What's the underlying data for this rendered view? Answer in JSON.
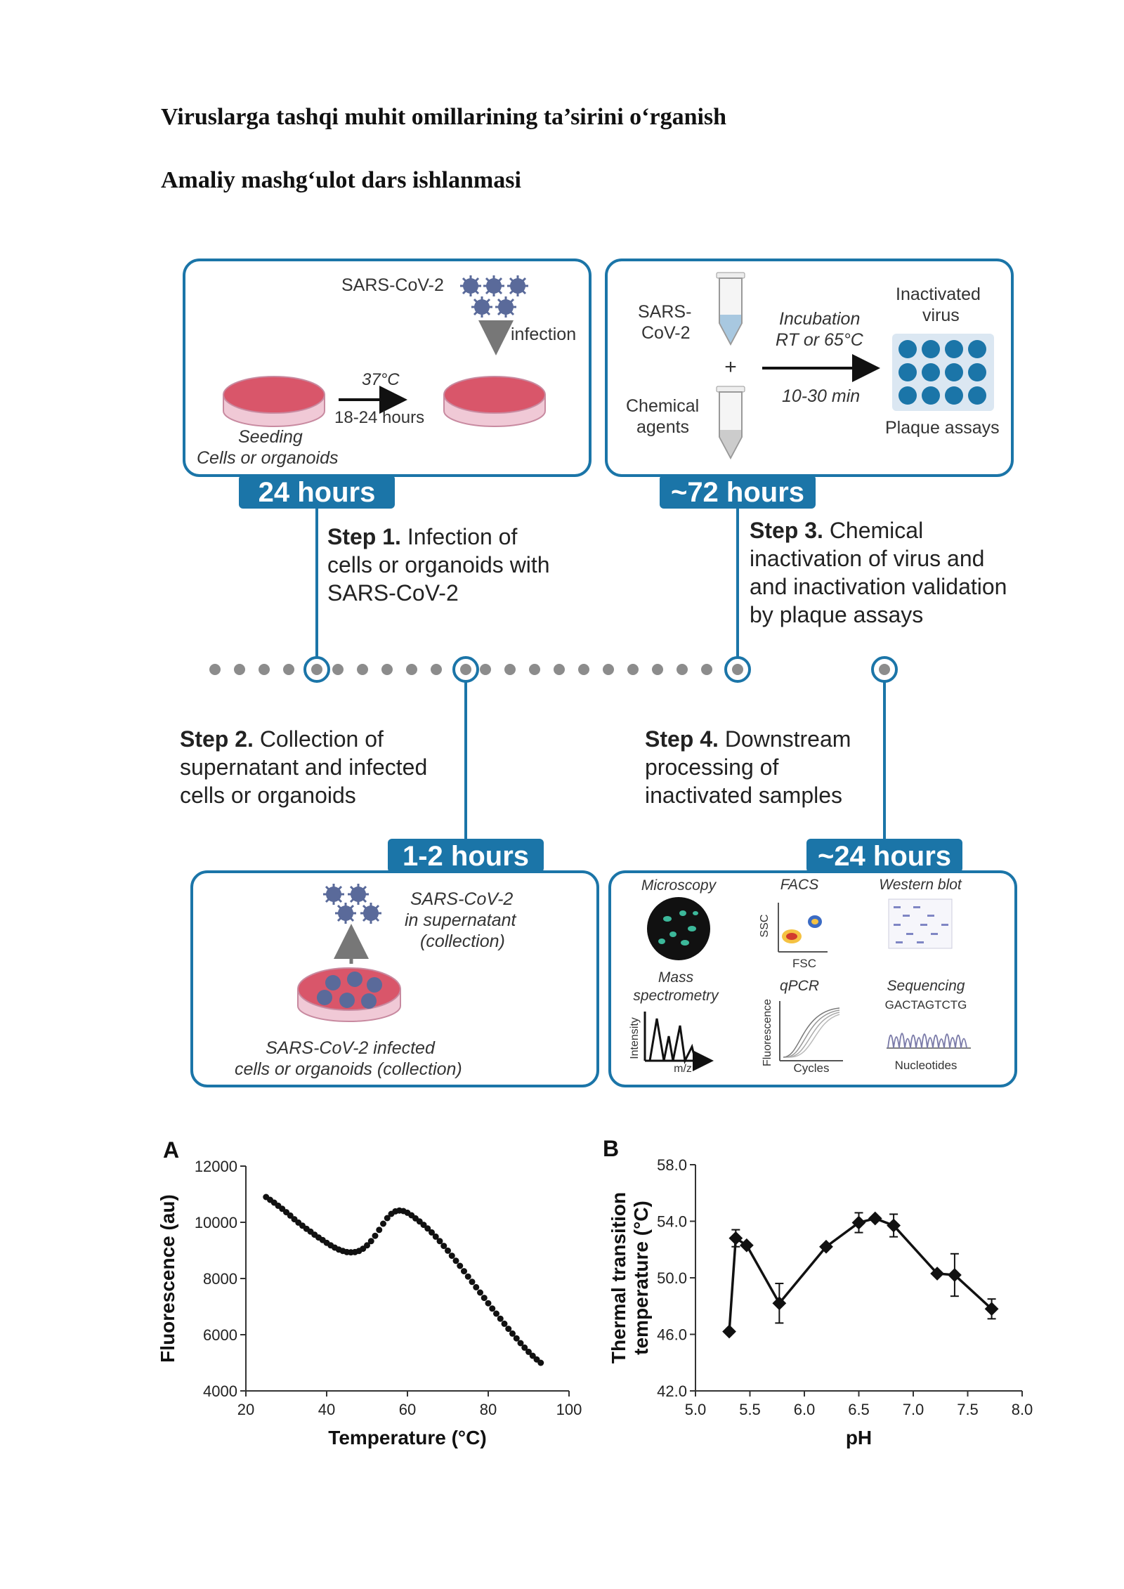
{
  "document": {
    "title": "Viruslarga tashqi muhit omillarining ta’sirini o‘rganish",
    "subtitle": "Amaliy mashg‘ulot dars ishlanmasi"
  },
  "figure": {
    "accent_color": "#1b75a8",
    "dish_color": "#d9566a",
    "dot_color": "#8c8c8c",
    "box1": {
      "virus_label": "SARS-CoV-2",
      "infection": "infection",
      "temp": "37°C",
      "duration": "18-24 hours",
      "seeding": "Seeding",
      "cells": "Cells or organoids",
      "badge": "24 hours"
    },
    "box2": {
      "sars_line1": "SARS-",
      "sars_line2": "CoV-2",
      "plus": "+",
      "chem_line1": "Chemical",
      "chem_line2": "agents",
      "incubation": "Incubation",
      "rt": "RT or 65°C",
      "time": "10-30 min",
      "inactivated_line1": "Inactivated",
      "inactivated_line2": "virus",
      "plaque": "Plaque assays",
      "badge": "~72 hours"
    },
    "step1": {
      "bold": "Step 1.",
      "line1": " Infection of",
      "line2": "cells or organoids with",
      "line3": "SARS-CoV-2"
    },
    "step3": {
      "bold": "Step 3.",
      "line1": " Chemical",
      "line2": "inactivation of virus and",
      "line3": "and inactivation validation",
      "line4": "by plaque assays"
    },
    "step2": {
      "bold": "Step 2.",
      "line1": " Collection of",
      "line2": "supernatant and infected",
      "line3": "cells or organoids"
    },
    "step4": {
      "bold": "Step 4.",
      "line1": " Downstream",
      "line2": "processing of",
      "line3": "inactivated samples"
    },
    "box3": {
      "badge": "1-2 hours",
      "sup_line1": "SARS-CoV-2",
      "sup_line2": "in supernatant",
      "sup_line3": "(collection)",
      "inf_line1": "SARS-CoV-2 infected",
      "inf_line2": "cells or organoids (collection)"
    },
    "box4": {
      "badge": "~24 hours",
      "microscopy": "Microscopy",
      "facs": "FACS",
      "ssc": "SSC",
      "fsc": "FSC",
      "western": "Western blot",
      "mass_line1": "Mass",
      "mass_line2": "spectrometry",
      "intensity": "Intensity",
      "mz": "m/z",
      "qpcr": "qPCR",
      "fluorescence": "Fluorescence",
      "cycles": "Cycles",
      "sequencing": "Sequencing",
      "sequence": "GACTAGTCTG",
      "nucleotides": "Nucleotides"
    }
  },
  "chart_data": [
    {
      "type": "scatter",
      "panel": "A",
      "xlabel": "Temperature (°C)",
      "ylabel": "Fluorescence (au)",
      "xlim": [
        20,
        100
      ],
      "ylim": [
        4000,
        12000
      ],
      "xticks": [
        "20",
        "40",
        "60",
        "80",
        "100"
      ],
      "yticks": [
        "4000",
        "6000",
        "8000",
        "10000",
        "12000"
      ],
      "x": [
        25,
        26,
        27,
        28,
        29,
        30,
        31,
        32,
        33,
        34,
        35,
        36,
        37,
        38,
        39,
        40,
        41,
        42,
        43,
        44,
        45,
        46,
        47,
        48,
        49,
        50,
        51,
        52,
        53,
        54,
        55,
        56,
        57,
        58,
        59,
        60,
        61,
        62,
        63,
        64,
        65,
        66,
        67,
        68,
        69,
        70,
        71,
        72,
        73,
        74,
        75,
        76,
        77,
        78,
        79,
        80,
        81,
        82,
        83,
        84,
        85,
        86,
        87,
        88,
        89,
        90,
        91,
        92,
        93
      ],
      "y": [
        10900,
        10800,
        10700,
        10590,
        10480,
        10360,
        10240,
        10110,
        9990,
        9880,
        9770,
        9670,
        9560,
        9460,
        9370,
        9270,
        9180,
        9100,
        9030,
        8980,
        8940,
        8930,
        8940,
        8980,
        9060,
        9180,
        9330,
        9520,
        9730,
        9950,
        10150,
        10300,
        10390,
        10420,
        10400,
        10340,
        10250,
        10140,
        10030,
        9910,
        9780,
        9640,
        9490,
        9330,
        9160,
        8990,
        8810,
        8630,
        8450,
        8260,
        8070,
        7880,
        7690,
        7500,
        7310,
        7120,
        6930,
        6750,
        6570,
        6390,
        6210,
        6040,
        5870,
        5700,
        5540,
        5390,
        5250,
        5120,
        5000
      ]
    },
    {
      "type": "line",
      "panel": "B",
      "xlabel": "pH",
      "ylabel_line1": "Thermal transition",
      "ylabel_line2": "temperature (°C)",
      "xlim": [
        5.0,
        8.0
      ],
      "ylim": [
        42.0,
        58.0
      ],
      "xticks": [
        "5.0",
        "5.5",
        "6.0",
        "6.5",
        "7.0",
        "7.5",
        "8.0"
      ],
      "yticks": [
        "42.0",
        "46.0",
        "50.0",
        "54.0",
        "58.0"
      ],
      "x": [
        5.31,
        5.37,
        5.47,
        5.77,
        6.2,
        6.5,
        6.65,
        6.82,
        7.22,
        7.38,
        7.72
      ],
      "y": [
        46.2,
        52.8,
        52.3,
        48.2,
        52.2,
        53.9,
        54.2,
        53.7,
        50.3,
        50.2,
        47.8
      ],
      "err": [
        0,
        0.6,
        0,
        1.4,
        0,
        0.7,
        0,
        0.8,
        0,
        1.5,
        0.7
      ]
    }
  ]
}
